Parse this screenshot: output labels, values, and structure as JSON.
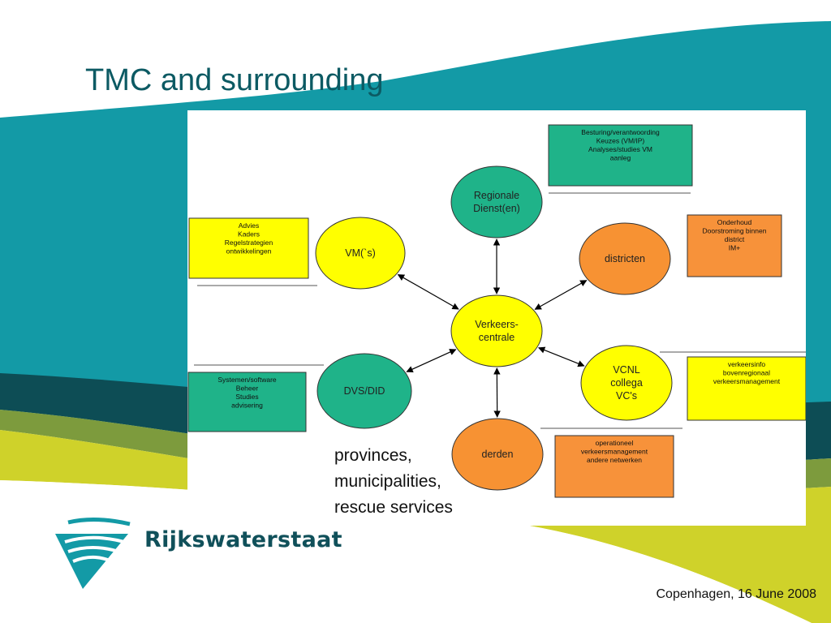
{
  "title": "TMC and surrounding",
  "colors": {
    "teal": "#139aa6",
    "dark_teal": "#0d4d55",
    "yellow_green": "#cfd22a",
    "node_yellow": "#ffff00",
    "node_orange": "#f79233",
    "node_green": "#1fb389",
    "box_yellow": "#ffff00",
    "box_orange": "#f7923a",
    "box_green": "#1fb389"
  },
  "center": {
    "label_lines": [
      "Verkeers-",
      "centrale"
    ],
    "color": "node_yellow"
  },
  "nodes": [
    {
      "id": "regionale",
      "label_lines": [
        "Regionale",
        "Dienst(en)"
      ],
      "color": "node_green"
    },
    {
      "id": "districten",
      "label_lines": [
        "districten"
      ],
      "color": "node_orange"
    },
    {
      "id": "vcnl",
      "label_lines": [
        "VCNL",
        "collega",
        "VC's"
      ],
      "color": "node_yellow"
    },
    {
      "id": "derden",
      "label_lines": [
        "derden"
      ],
      "color": "node_orange"
    },
    {
      "id": "dvs",
      "label_lines": [
        "DVS/DID"
      ],
      "color": "node_green"
    },
    {
      "id": "vm",
      "label_lines": [
        "VM(`s)"
      ],
      "color": "node_yellow"
    }
  ],
  "boxes": [
    {
      "id": "regionale-box",
      "color": "box_green",
      "lines": [
        "Besturing/verantwoording",
        "Keuzes (VM/IP)",
        "Analyses/studies VM",
        "aanleg"
      ]
    },
    {
      "id": "districten-box",
      "color": "box_orange",
      "lines": [
        "Onderhoud",
        "Doorstroming binnen",
        "district",
        "IM+"
      ]
    },
    {
      "id": "vcnl-box",
      "color": "box_yellow",
      "lines": [
        "verkeersinfo",
        "bovenregionaal",
        "verkeersmanagement"
      ]
    },
    {
      "id": "derden-box",
      "color": "box_orange",
      "lines": [
        "operationeel",
        "verkeersmanagement",
        "andere netwerken"
      ]
    },
    {
      "id": "dvs-box",
      "color": "box_green",
      "lines": [
        "Systemen/software",
        "Beheer",
        "Studies",
        "advisering"
      ]
    },
    {
      "id": "vm-box",
      "color": "box_yellow",
      "lines": [
        "Advies",
        "Kaders",
        "Regelstrategien",
        "ontwikkelingen"
      ]
    }
  ],
  "caption_lines": [
    "provinces,",
    "municipalities,",
    "rescue services"
  ],
  "logo": {
    "text": "Rijkswaterstaat",
    "icon": "rijkswaterstaat-logo-icon"
  },
  "footer": "Copenhagen, 16 June 2008"
}
